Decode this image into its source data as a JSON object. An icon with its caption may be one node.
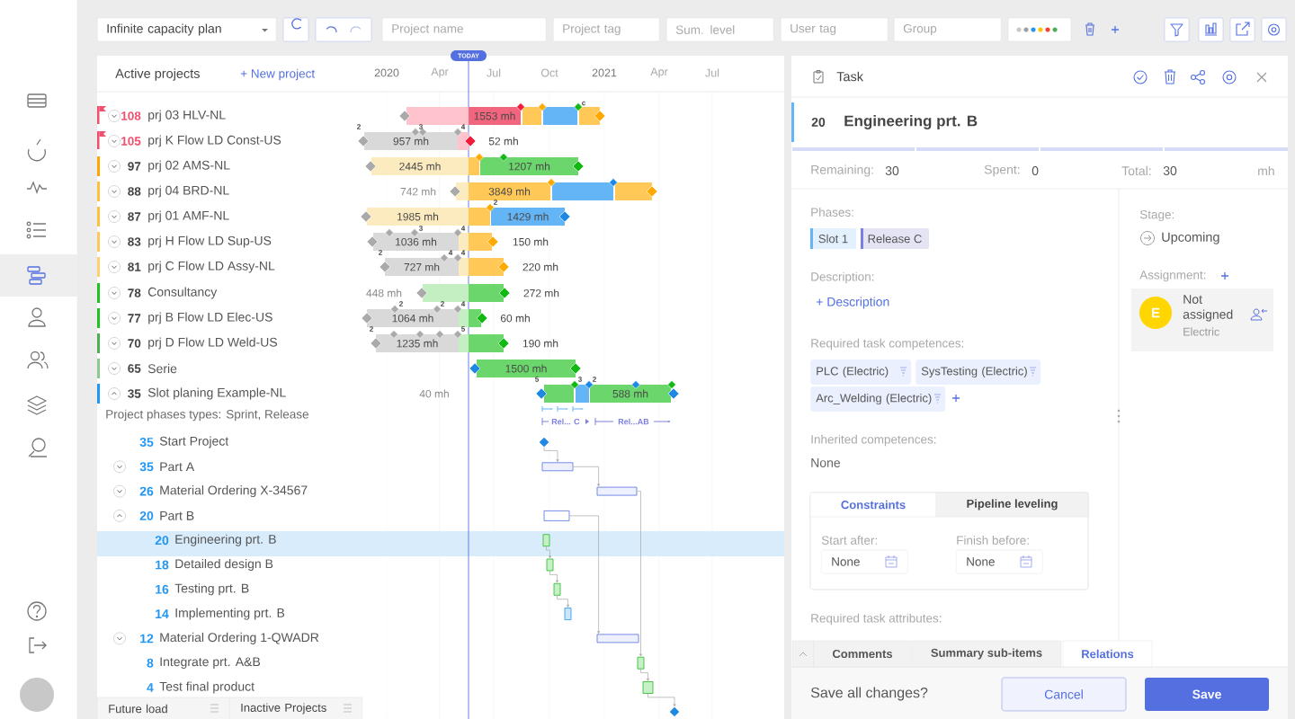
{
  "diagram": {
    "nodes": [
      {
        "text": [
          "Infinite capacity plan"
        ]
      },
      {
        "text": [
          "Project name"
        ]
      },
      {
        "text": [
          "Project tag"
        ]
      },
      {
        "text": [
          "Sum. level"
        ]
      },
      {
        "text": [
          "User tag"
        ]
      },
      {
        "text": [
          "Group"
        ]
      },
      {
        "text": [
          "TODAY"
        ]
      },
      {
        "text": [
          "1553 mh"
        ]
      },
      {
        "text": [
          "957 mh"
        ]
      },
      {
        "text": [
          "2445 mh"
        ]
      },
      {
        "text": [
          "1207 mh"
        ]
      },
      {
        "text": [
          "3849 mh"
        ]
      },
      {
        "text": [
          "1985 mh"
        ]
      },
      {
        "text": [
          "1429 mh"
        ]
      },
      {
        "text": [
          "1036 mh"
        ]
      },
      {
        "text": [
          "727 mh"
        ]
      },
      {
        "text": [
          "1064 mh"
        ]
      },
      {
        "text": [
          "1235 mh"
        ]
      },
      {
        "text": [
          "1500 mh"
        ]
      },
      {
        "text": [
          "588 mh"
        ]
      },
      {
        "text": [],
        "shape": "diamond"
      },
      {
        "text": [],
        "shape": "bar"
      },
      {
        "text": [],
        "shape": "bar"
      },
      {
        "text": [],
        "shape": "bar"
      },
      {
        "text": [],
        "shape": "bar"
      },
      {
        "text": [],
        "shape": "bar"
      },
      {
        "text": [],
        "shape": "bar"
      },
      {
        "text": [],
        "shape": "bar"
      },
      {
        "text": [],
        "shape": "bar"
      },
      {
        "text": [],
        "shape": "bar"
      },
      {
        "text": [],
        "shape": "bar"
      },
      {
        "text": [],
        "shape": "diamond"
      },
      {
        "text": [
          "Future load"
        ]
      },
      {
        "text": [
          "Inactive Projects"
        ]
      },
      {
        "text": [
          "Slot 1"
        ]
      },
      {
        "text": [
          "Release C"
        ]
      },
      {
        "text": [
          "PLC (Electric)"
        ]
      },
      {
        "text": [
          "SysTesting (Electric)"
        ]
      },
      {
        "text": [
          "Arc_Welding (Electric)"
        ]
      },
      {
        "text": [],
        "shape": "box"
      },
      {
        "text": [
          "Constraints"
        ],
        "in": 39
      },
      {
        "text": [
          "Pipeline leveling"
        ],
        "in": 39
      },
      {
        "text": [
          "None"
        ],
        "in": 39
      },
      {
        "text": [
          "None"
        ],
        "in": 39
      },
      {
        "text": [
          "Not assigned",
          "Electric"
        ]
      },
      {
        "text": [
          "E"
        ],
        "in": 44
      },
      {
        "text": [
          "Comments"
        ]
      },
      {
        "text": [
          "Summary sub-items"
        ]
      },
      {
        "text": [
          "Relations"
        ]
      },
      {
        "text": [
          "Cancel"
        ]
      },
      {
        "text": [
          "Save"
        ]
      }
    ],
    "edges": [
      {
        "from": 20,
        "to": 21,
        "arrow": "to"
      },
      {
        "from": 21,
        "to": 22,
        "arrow": "to"
      },
      {
        "from": 23,
        "to": 28,
        "arrow": "to"
      },
      {
        "from": 24,
        "to": 25,
        "arrow": "to"
      },
      {
        "from": 25,
        "to": 26,
        "arrow": "to"
      },
      {
        "from": 26,
        "to": 27,
        "arrow": "to"
      },
      {
        "from": 22,
        "to": 29,
        "arrow": "to"
      },
      {
        "from": 29,
        "to": 30,
        "arrow": "to"
      },
      {
        "from": 30,
        "to": 31,
        "arrow": "to"
      }
    ],
    "labels": [
      "Active projects",
      "+ New project",
      "2020",
      "Apr",
      "Jul",
      "Oct",
      "2021",
      "Apr",
      "Jul",
      "108",
      "prj 03 HLV-NL",
      "105",
      "prj K Flow LD Const-US",
      "97",
      "prj 02 AMS-NL",
      "88",
      "prj 04 BRD-NL",
      "87",
      "prj 01 AMF-NL",
      "83",
      "prj H Flow LD Sup-US",
      "81",
      "prj C Flow LD Assy-NL",
      "78",
      "Consultancy",
      "77",
      "prj B Flow LD Elec-US",
      "70",
      "prj D Flow LD Weld-US",
      "65",
      "Serie",
      "35",
      "Slot planing Example-NL",
      "c",
      "2",
      "3",
      "4",
      "52 mh",
      "742 mh",
      "2",
      "3",
      "4",
      "150 mh",
      "2",
      "4",
      "4",
      "220 mh",
      "448 mh",
      "272 mh",
      "2",
      "2",
      "4",
      "60 mh",
      "2",
      "5",
      "190 mh",
      "40 mh",
      "5",
      "3",
      "2",
      "Project phases types: Sprint, Release",
      "Rel... C",
      "Rel...AB",
      "35",
      "Start Project",
      "35",
      "Part A",
      "26",
      "Material Ordering X-34567",
      "20",
      "Part B",
      "20",
      "Engineering prt. B",
      "18",
      "Detailed design B",
      "16",
      "Testing prt. B",
      "14",
      "Implementing prt. B",
      "12",
      "Material Ordering 1-QWADR",
      "8",
      "Integrate prt. A&B",
      "4",
      "Test final product",
      "Task",
      "20",
      "Engineering prt. B",
      "Remaining:",
      "30",
      "Spent:",
      "0",
      "Total:",
      "30",
      "mh",
      "Phases:",
      "Description:",
      "+ Description",
      "Required task competences:",
      "Inherited competences:",
      "None",
      "Start after:",
      "Finish before:",
      "Required task attributes:",
      "Save all changes?",
      "Stage:",
      "Upcoming",
      "Assignment:"
    ]
  }
}
